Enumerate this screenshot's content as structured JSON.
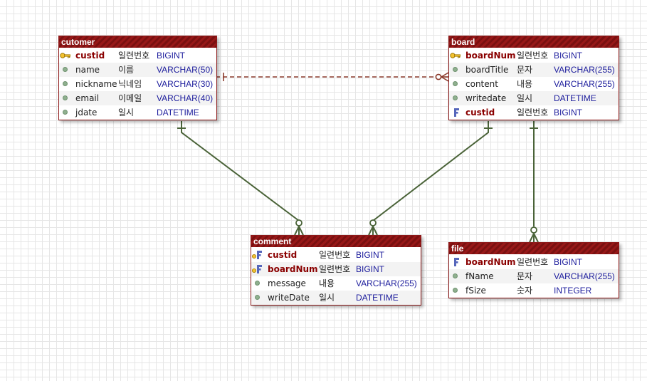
{
  "colors": {
    "title_bar": "#971818",
    "relation_line": "#4a6338",
    "identifying_relation": "#8b3a2b",
    "type_text": "#1c1c9c",
    "key_text": "#8a0000"
  },
  "entities": {
    "cutomer": {
      "title": "cutomer",
      "columns": [
        {
          "icon": "primary-key-icon",
          "name": "custid",
          "logical": "일련번호",
          "type": "BIGINT"
        },
        {
          "icon": "column-dot-icon",
          "name": "name",
          "logical": "이름",
          "type": "VARCHAR(50)"
        },
        {
          "icon": "column-dot-icon",
          "name": "nickname",
          "logical": "닉네임",
          "type": "VARCHAR(30)"
        },
        {
          "icon": "column-dot-icon",
          "name": "email",
          "logical": "이메일",
          "type": "VARCHAR(40)"
        },
        {
          "icon": "column-dot-icon",
          "name": "jdate",
          "logical": "일시",
          "type": "DATETIME"
        }
      ]
    },
    "board": {
      "title": "board",
      "columns": [
        {
          "icon": "primary-key-icon",
          "name": "boardNum",
          "logical": "일련번호",
          "type": "BIGINT"
        },
        {
          "icon": "column-dot-icon",
          "name": "boardTitle",
          "logical": "문자",
          "type": "VARCHAR(255)"
        },
        {
          "icon": "column-dot-icon",
          "name": "content",
          "logical": "내용",
          "type": "VARCHAR(255)"
        },
        {
          "icon": "column-dot-icon",
          "name": "writedate",
          "logical": "일시",
          "type": "DATETIME"
        },
        {
          "icon": "foreign-key-icon",
          "name": "custid",
          "logical": "일련번호",
          "type": "BIGINT"
        }
      ]
    },
    "comment": {
      "title": "comment",
      "columns": [
        {
          "icon": "primary-foreign-key-icon",
          "name": "custid",
          "logical": "일련번호",
          "type": "BIGINT"
        },
        {
          "icon": "primary-foreign-key-icon",
          "name": "boardNum",
          "logical": "일련번호",
          "type": "BIGINT"
        },
        {
          "icon": "column-dot-icon",
          "name": "message",
          "logical": "내용",
          "type": "VARCHAR(255)"
        },
        {
          "icon": "column-dot-icon",
          "name": "writeDate",
          "logical": "일시",
          "type": "DATETIME"
        }
      ]
    },
    "file": {
      "title": "file",
      "columns": [
        {
          "icon": "foreign-key-icon",
          "name": "boardNum",
          "logical": "일련번호",
          "type": "BIGINT"
        },
        {
          "icon": "column-dot-icon",
          "name": "fName",
          "logical": "문자",
          "type": "VARCHAR(255)"
        },
        {
          "icon": "column-dot-icon",
          "name": "fSize",
          "logical": "숫자",
          "type": "INTEGER"
        }
      ]
    }
  },
  "relations": [
    {
      "from": "cutomer",
      "to": "board",
      "style": "dashed"
    },
    {
      "from": "cutomer",
      "to": "comment",
      "style": "solid"
    },
    {
      "from": "board",
      "to": "comment",
      "style": "solid"
    },
    {
      "from": "board",
      "to": "file",
      "style": "solid"
    }
  ]
}
